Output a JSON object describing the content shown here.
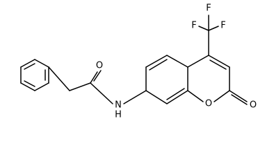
{
  "atom_labels": {
    "carbonyl_oxygen_amide": "O",
    "amide_nh": "N",
    "amide_nh_h": "H",
    "ring_oxygen": "O",
    "lactone_carbonyl_oxygen": "O",
    "fluorine_1": "F",
    "fluorine_2": "F",
    "fluorine_3": "F"
  },
  "colors": {
    "bond": "#000000",
    "label": "#000000",
    "background": "#ffffff"
  }
}
